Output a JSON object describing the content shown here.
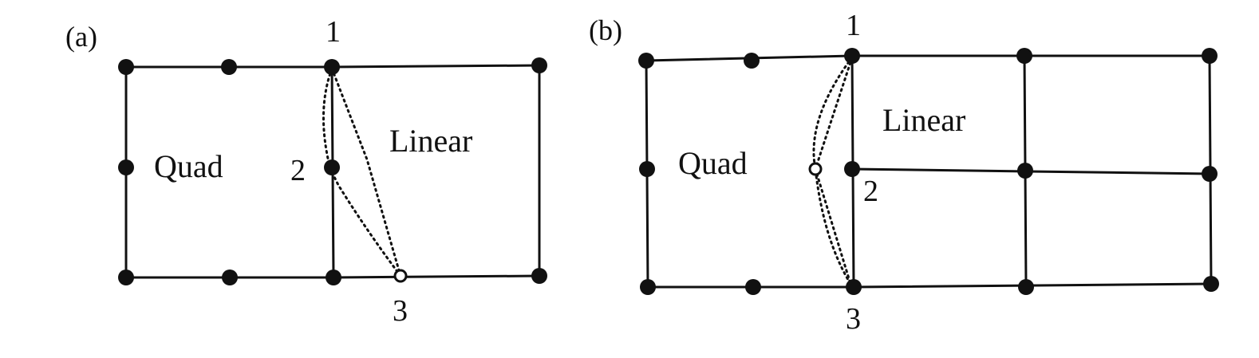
{
  "figure": {
    "panels": [
      {
        "id": "a",
        "label": "(a)",
        "regions": [
          "Quad",
          "Linear"
        ],
        "node_labels": [
          "1",
          "2",
          "3"
        ]
      },
      {
        "id": "b",
        "label": "(b)",
        "regions": [
          "Quad",
          "Linear"
        ],
        "node_labels": [
          "1",
          "2",
          "3"
        ]
      }
    ]
  },
  "colors": {
    "line": "#111111",
    "background": "#ffffff"
  }
}
